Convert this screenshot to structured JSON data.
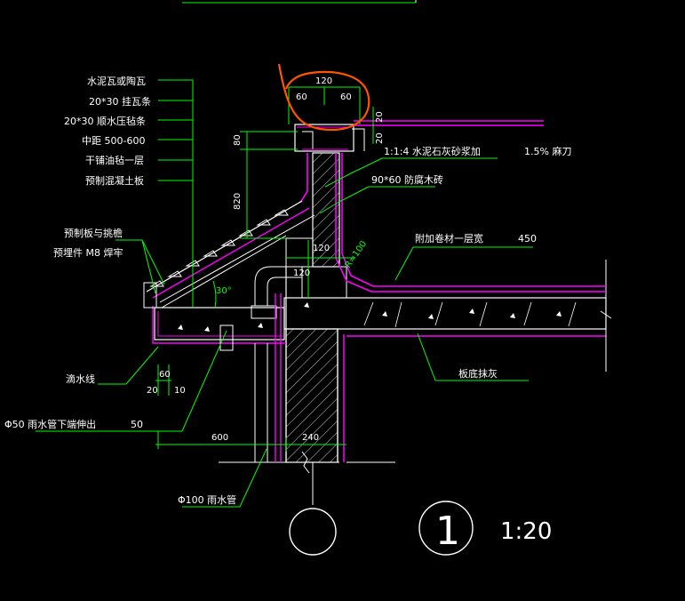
{
  "colors": {
    "background": "#000000",
    "magenta": "#ff00ff",
    "white": "#ffffff",
    "green": "#00ff00",
    "orange": "#ff5500"
  },
  "labels": {
    "tile": "水泥瓦或陶瓦",
    "batten": "20*30  挂瓦条",
    "counter_batten": "20*30   顺水压毡条",
    "spacing": "中距    500-600",
    "felt": "干铺油毡一层",
    "slab": "预制混凝土板",
    "plate_bind": "预制板与挑檐",
    "embed": "预埋件      M8 焊牢",
    "drip": "滴水线",
    "outlet": "Φ50  雨水管下端伸出",
    "outlet_len": "50",
    "pipe": "Φ100   雨水管",
    "mortar": "1:1:4   水泥石灰砂浆加",
    "hemp": "1.5%  麻刀",
    "wood": "90*60  防腐木砖",
    "extra": "附加卷材一层宽",
    "extra_w": "450",
    "ceiling": "板底抹灰",
    "scale": "1:20",
    "detail_no": "1"
  },
  "dims": {
    "top_w": "120",
    "top_l": "60",
    "top_r": "60",
    "side_20": "20",
    "side_20b": "20",
    "d80": "80",
    "d820": "820",
    "d120a": "120",
    "d120b": "120",
    "r100": "R=100",
    "angle": "30°",
    "d60": "60",
    "d20": "20",
    "d10": "10",
    "d600": "600",
    "d240": "240"
  }
}
